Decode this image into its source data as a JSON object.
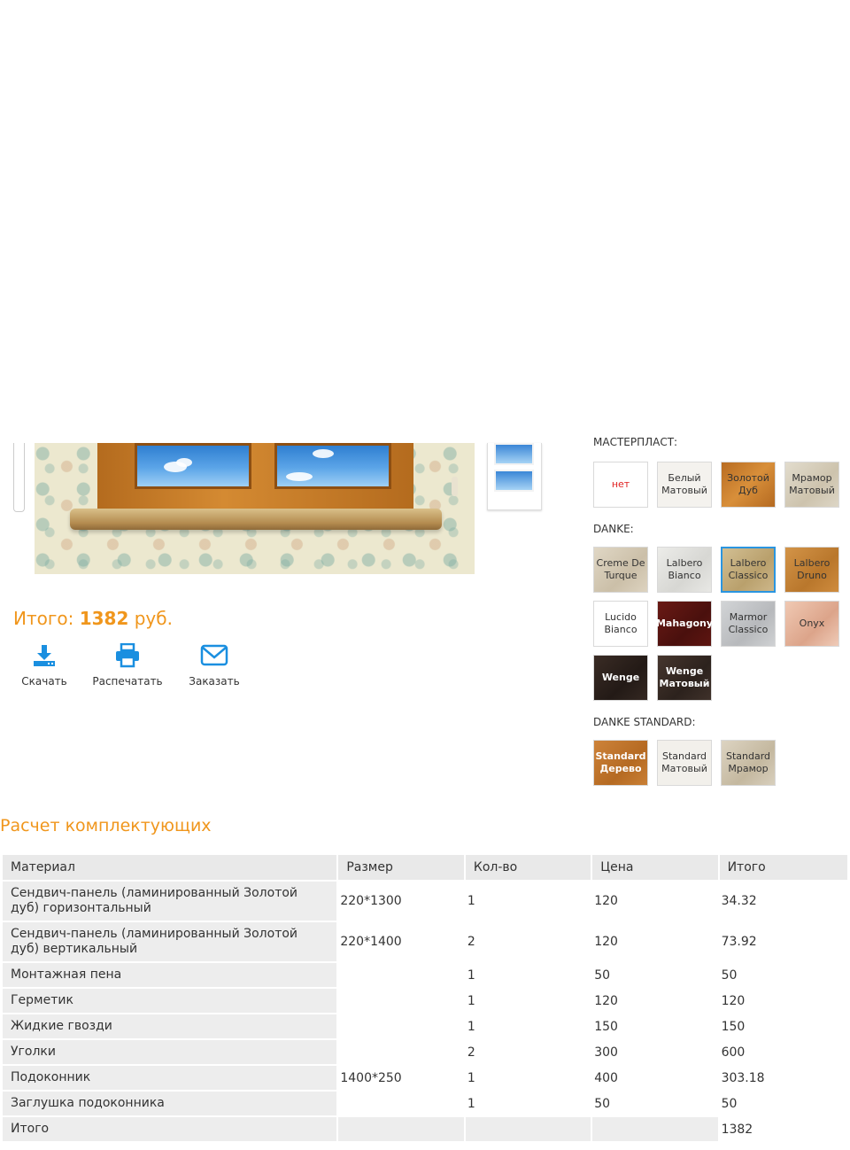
{
  "panel": {
    "group_partial_label": "МАСТЕРПЛАСТ:",
    "groups": [
      {
        "title": "",
        "swatches": [
          {
            "label": "нет",
            "color": "#ffffff"
          },
          {
            "label": "Белый Матовый",
            "color": "#f4f2ee"
          },
          {
            "label": "Золотой Дуб",
            "color": "#c57a2b"
          },
          {
            "label": "Мрамор Матовый",
            "color": "#d7cfbd"
          }
        ]
      },
      {
        "title": "DANKE:",
        "swatches": [
          {
            "label": "Creme De Turque",
            "color": "#d9cfbc"
          },
          {
            "label": "Lalbero Bianco",
            "color": "#e4e4e1"
          },
          {
            "label": "Lalbero Classico",
            "color": "#c9b486"
          },
          {
            "label": "Lalbero Druno",
            "color": "#c88a3e"
          },
          {
            "label": "Lucido Bianco",
            "color": "#ffffff"
          },
          {
            "label": "Mahagony",
            "color": "#5a1612"
          },
          {
            "label": "Marmor Classico",
            "color": "#c5c7c9"
          },
          {
            "label": "Onyx",
            "color": "#e6b8a2"
          },
          {
            "label": "Wenge",
            "color": "#2e231e"
          },
          {
            "label": "Wenge Матовый",
            "color": "#3a2d27"
          }
        ]
      },
      {
        "title": "DANKE STANDARD:",
        "swatches": [
          {
            "label": "Standard Дерево",
            "color": "#c67b2c"
          },
          {
            "label": "Standard Матовый",
            "color": "#f2f0eb"
          },
          {
            "label": "Standard Мрамор",
            "color": "#d2c8b5"
          }
        ]
      }
    ]
  },
  "total": {
    "prefix": "Итого:",
    "amount": "1382",
    "currency": "руб."
  },
  "actions": {
    "download": "Скачать",
    "print": "Распечатать",
    "order": "Заказать"
  },
  "calc": {
    "title": "Расчет комплектующих",
    "headers": [
      "Материал",
      "Размер",
      "Кол-во",
      "Цена",
      "Итого"
    ],
    "rows": [
      {
        "material": "Сендвич-панель (ламинированный Золотой дуб) горизонтальный",
        "size": "220*1300",
        "qty": "1",
        "price": "120",
        "total": "34.32"
      },
      {
        "material": "Сендвич-панель (ламинированный Золотой дуб) вертикальный",
        "size": "220*1400",
        "qty": "2",
        "price": "120",
        "total": "73.92"
      },
      {
        "material": "Монтажная пена",
        "size": "",
        "qty": "1",
        "price": "50",
        "total": "50"
      },
      {
        "material": "Герметик",
        "size": "",
        "qty": "1",
        "price": "120",
        "total": "120"
      },
      {
        "material": "Жидкие гвозди",
        "size": "",
        "qty": "1",
        "price": "150",
        "total": "150"
      },
      {
        "material": "Уголки",
        "size": "",
        "qty": "2",
        "price": "300",
        "total": "600"
      },
      {
        "material": "Подоконник",
        "size": "1400*250",
        "qty": "1",
        "price": "400",
        "total": "303.18"
      },
      {
        "material": "Заглушка подоконника",
        "size": "",
        "qty": "1",
        "price": "50",
        "total": "50"
      }
    ],
    "sum_label": "Итого",
    "sum_value": "1382"
  },
  "colors": {
    "accent": "#f0961c",
    "link_blue": "#1a8fe0",
    "selected_border": "#2a95e0"
  }
}
